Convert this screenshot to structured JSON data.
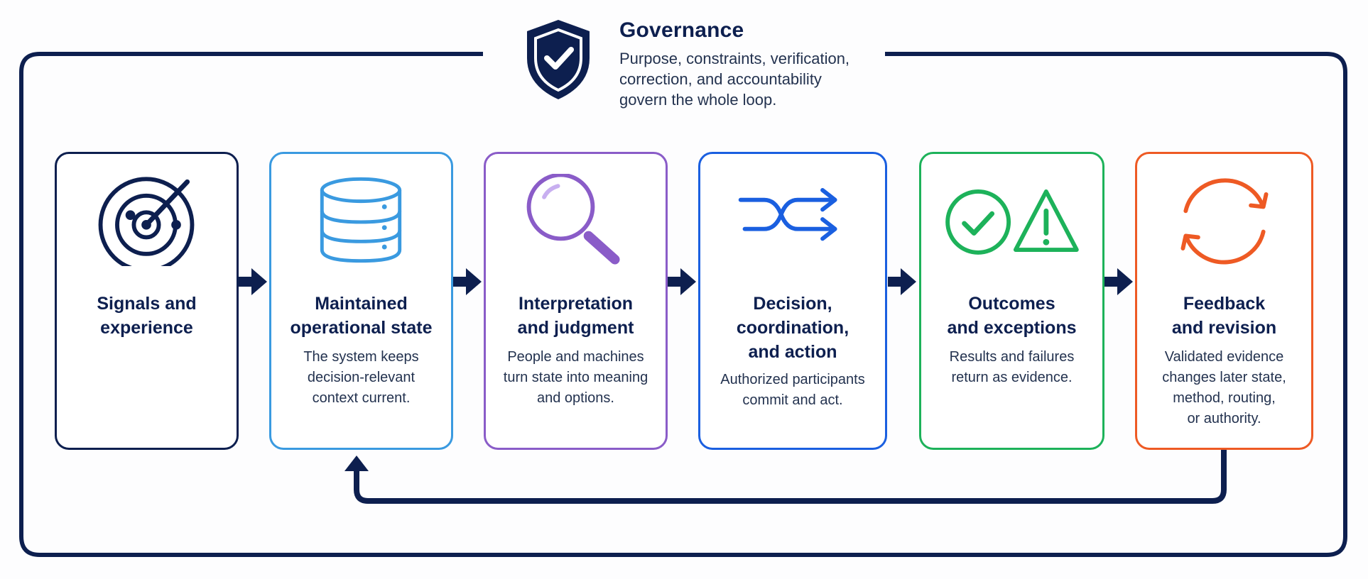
{
  "governance": {
    "title": "Governance",
    "description": "Purpose, constraints, verification,\ncorrection, and accountability\ngovern the whole loop.",
    "icon": "shield-check-icon"
  },
  "colors": {
    "navy": "#0d1f4f",
    "light_blue": "#3a9ae0",
    "purple": "#8a5cc8",
    "blue": "#1a5fe0",
    "green": "#1db25a",
    "orange": "#ee5a24"
  },
  "stages": [
    {
      "title": "Signals and\nexperience",
      "description": "",
      "icon": "radar-icon"
    },
    {
      "title": "Maintained\noperational state",
      "description": "The system keeps\ndecision-relevant\ncontext current.",
      "icon": "database-icon"
    },
    {
      "title": "Interpretation\nand judgment",
      "description": "People and machines\nturn state into meaning\nand options.",
      "icon": "magnifier-icon"
    },
    {
      "title": "Decision,\ncoordination,\nand action",
      "description": "Authorized participants\ncommit and act.",
      "icon": "shuffle-arrows-icon"
    },
    {
      "title": "Outcomes\nand exceptions",
      "description": "Results and failures\nreturn as evidence.",
      "icon": "check-and-warning-icon"
    },
    {
      "title": "Feedback\nand revision",
      "description": "Validated evidence\nchanges later state,\nmethod, routing,\nor authority.",
      "icon": "refresh-cycle-icon"
    }
  ]
}
